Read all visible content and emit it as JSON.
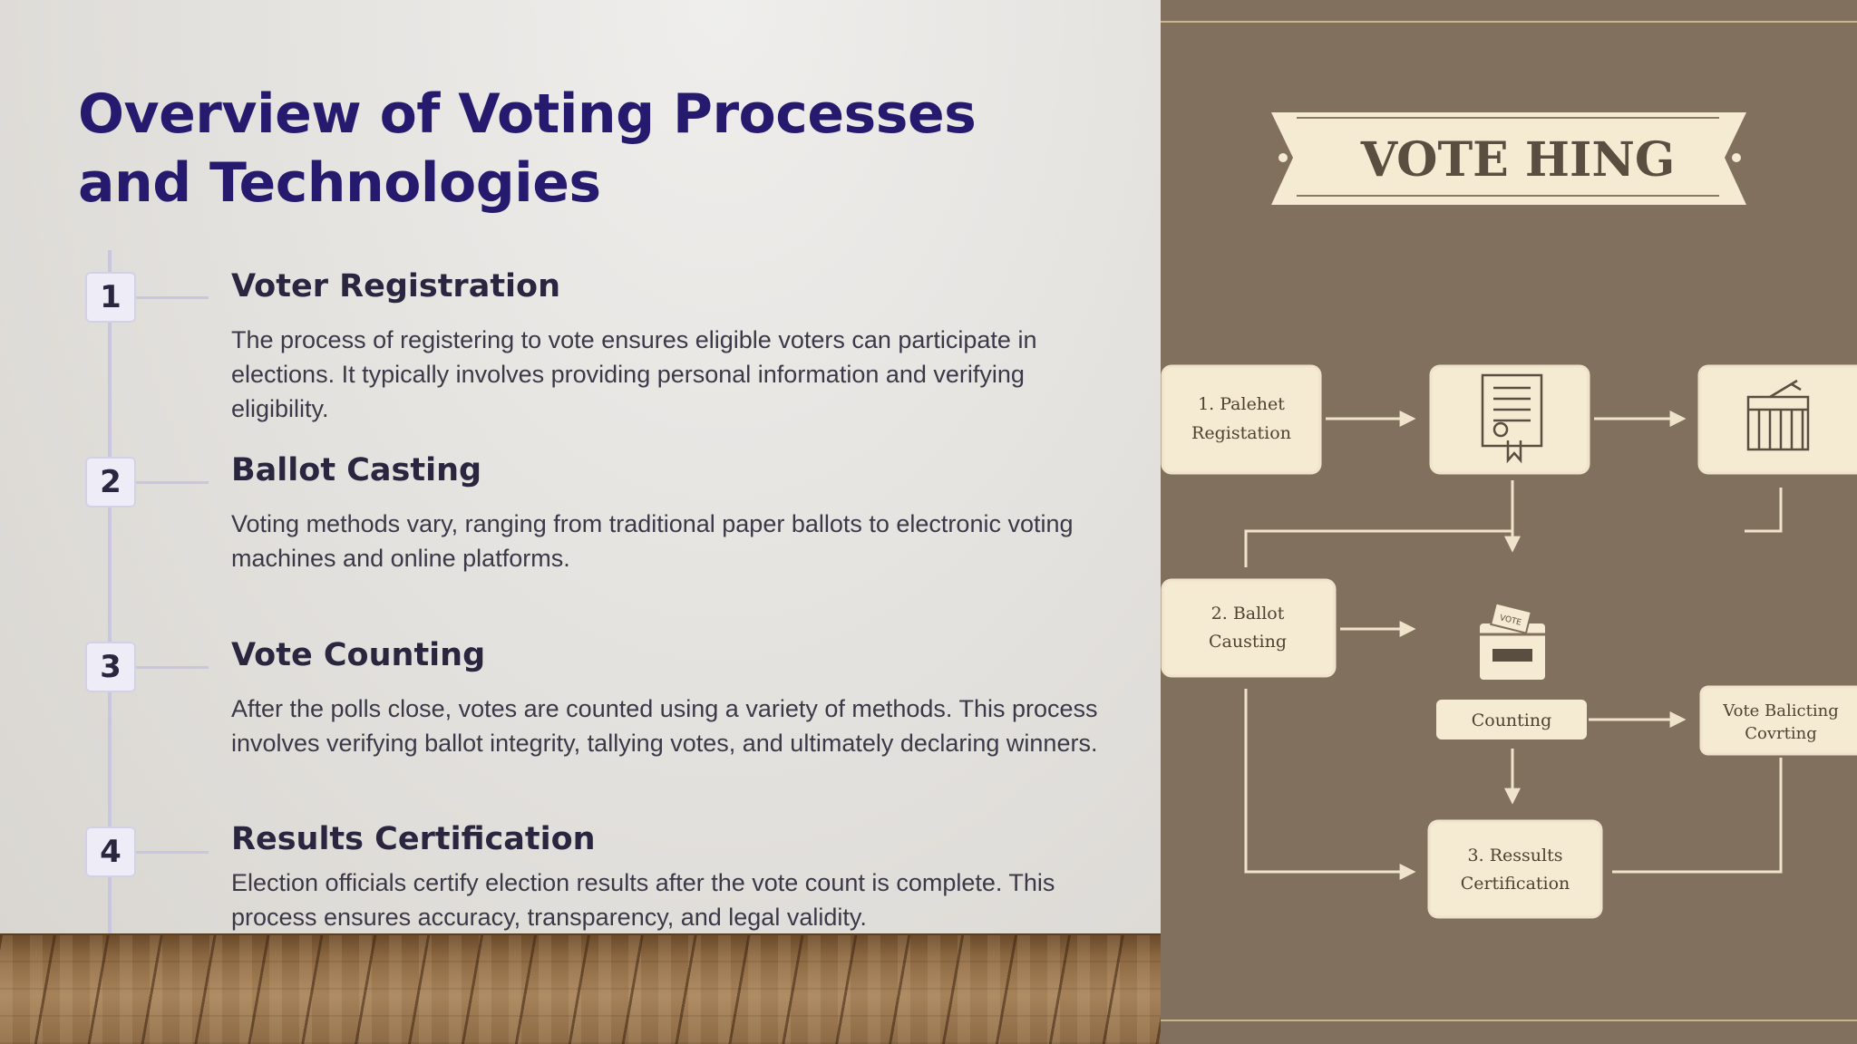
{
  "slide": {
    "title": "Overview of Voting Processes and Technologies",
    "steps": [
      {
        "number": "1",
        "heading": "Voter Registration",
        "description": "The process of registering to vote ensures eligible voters can participate in elections. It typically involves providing personal information and verifying eligibility."
      },
      {
        "number": "2",
        "heading": "Ballot Casting",
        "description": "Voting methods vary, ranging from traditional paper ballots to electronic voting machines and online platforms."
      },
      {
        "number": "3",
        "heading": "Vote Counting",
        "description": "After the polls close, votes are counted using a variety of methods. This process involves verifying ballot integrity, tallying votes, and ultimately declaring winners."
      },
      {
        "number": "4",
        "heading": "Results Certification",
        "description": "Election officials certify election results after the vote count is complete. This process ensures accuracy, transparency, and legal validity."
      }
    ]
  },
  "illustration": {
    "banner_text": "VOTE HING",
    "box_registration": [
      "1. Palehet",
      "Registation"
    ],
    "box_ballot": [
      "2. Ballot",
      "Causting"
    ],
    "box_counting": "Counting",
    "box_vote_balicting": [
      "Vote Balicting",
      "Covrting"
    ],
    "box_results": [
      "3. Ressults",
      "Certification"
    ],
    "ballot_tag": "VOTE",
    "colors": {
      "background": "#82705e",
      "card": "#f5ead2",
      "stroke": "#efe4cb",
      "label": "#4e4233"
    },
    "icons": [
      "document-seal-icon",
      "ballot-box-icon",
      "vote-box-icon"
    ]
  },
  "theme": {
    "title_color": "#261a6e",
    "text_color": "#3b3948",
    "timeline_color": "#c9c6df"
  }
}
